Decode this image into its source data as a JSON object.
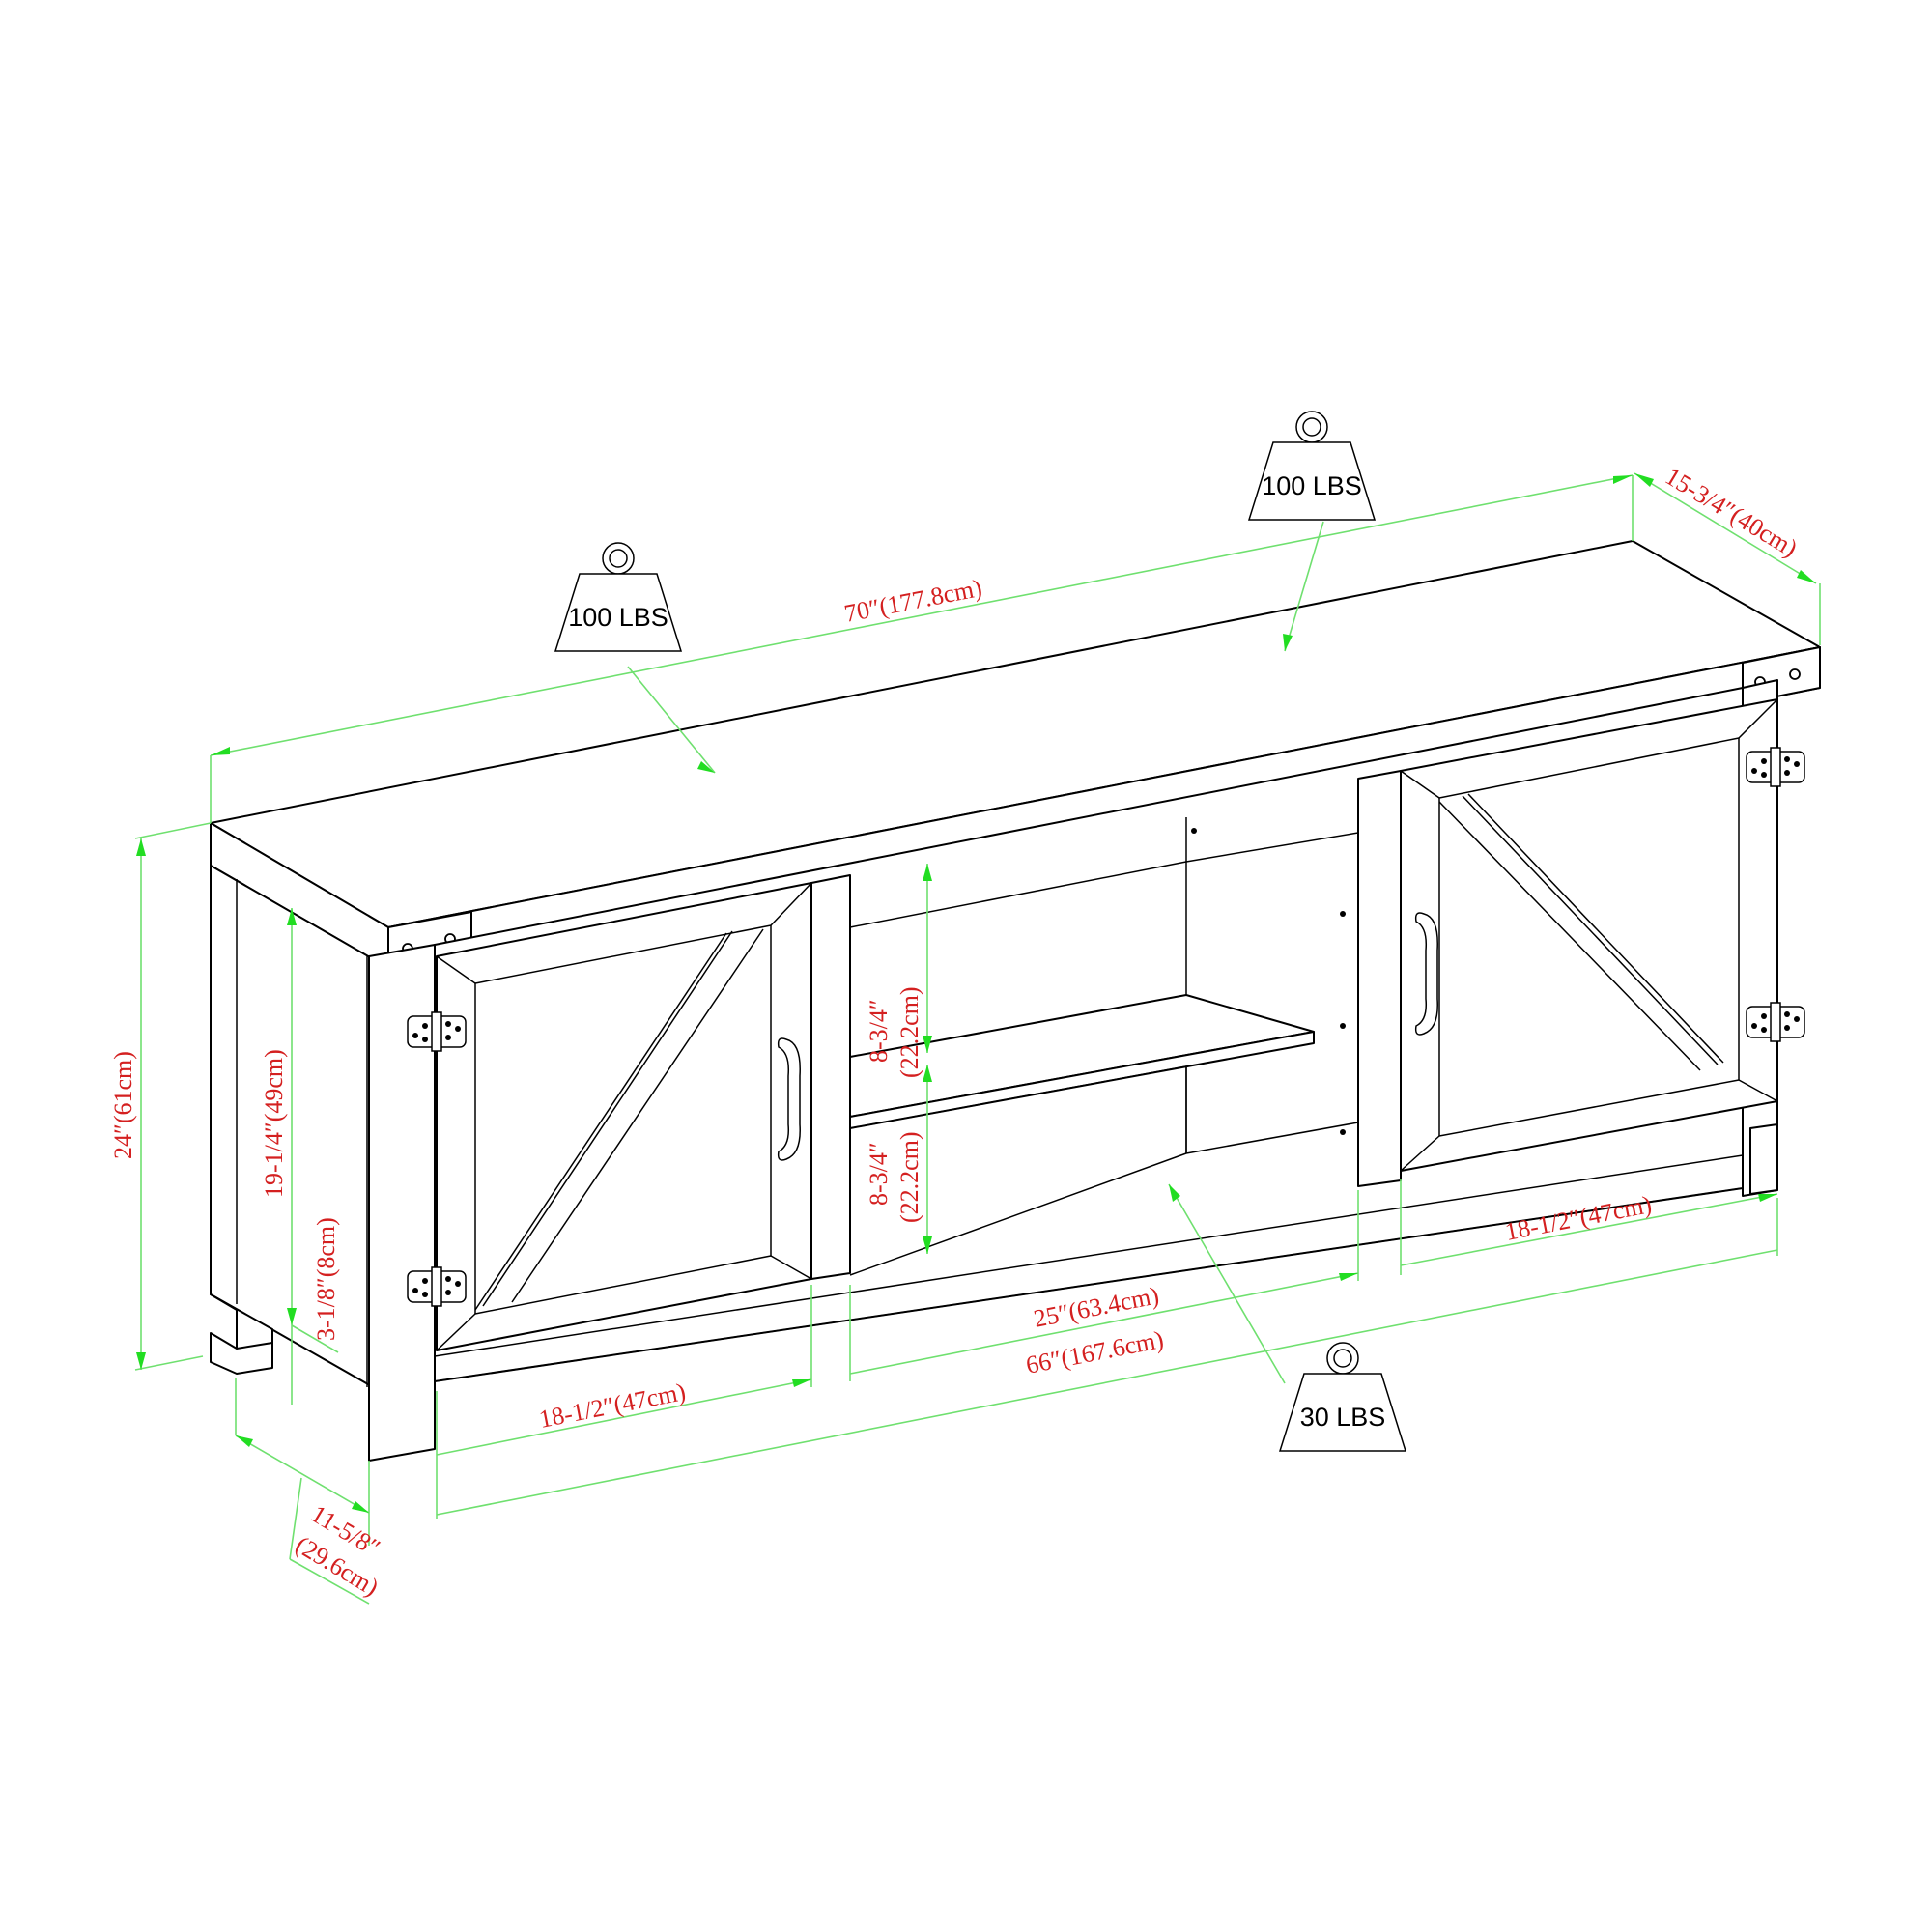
{
  "diagram": {
    "subject": "TV stand dimension drawing",
    "colors": {
      "outline": "#000000",
      "dimension_line": "#6fe06f",
      "arrow": "#22dd22",
      "label": "#d42020"
    },
    "dimensions": {
      "overall_width": "70″(177.8cm)",
      "overall_depth": "15-3/4″(40cm)",
      "overall_height": "24″(61cm)",
      "interior_height": "19-1/4″(49cm)",
      "leg_clearance": "3-1/8″(8cm)",
      "side_depth_line1": "11-5/8″",
      "side_depth_line2": "(29.6cm)",
      "left_door_width": "18-1/2″(47cm)",
      "right_door_width": "18-1/2″(47cm)",
      "center_opening_width": "25″(63.4cm)",
      "interior_width": "66″(167.6cm)",
      "upper_shelf_height_line1": "8-3/4″",
      "upper_shelf_height_line2": "(22.2cm)",
      "lower_shelf_height_line1": "8-3/4″",
      "lower_shelf_height_line2": "(22.2cm)"
    },
    "weight_limits": [
      {
        "label": "100 LBS",
        "applies_to": "top-left"
      },
      {
        "label": "100 LBS",
        "applies_to": "top-right"
      },
      {
        "label": "30 LBS",
        "applies_to": "shelf"
      }
    ],
    "icons": [
      "weight-icon",
      "hinge-icon",
      "door-handle-icon"
    ]
  }
}
